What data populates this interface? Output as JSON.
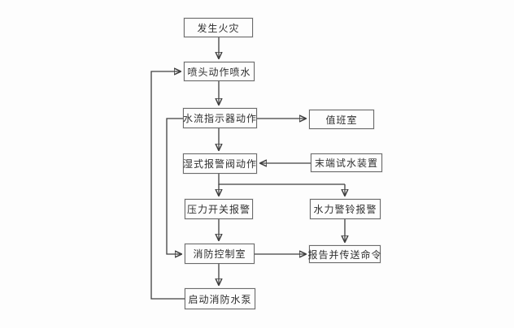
{
  "diagram": {
    "type": "flowchart",
    "subject": "wet-pipe fire sprinkler system alarm sequence",
    "background_color": "#fdfdfd",
    "line_color": "#3f3f3f",
    "box_border_color": "#6b6b6b",
    "text_color": "#2f2f2f",
    "nodes": [
      {
        "id": "fire-occurs",
        "label": "发生火灾"
      },
      {
        "id": "sprinkler-head-sprays",
        "label": "喷头动作喷水"
      },
      {
        "id": "water-flow-indicator",
        "label": "水流指示器动作"
      },
      {
        "id": "duty-room",
        "label": "值班室"
      },
      {
        "id": "wet-alarm-valve",
        "label": "湿式报警阀动作"
      },
      {
        "id": "end-test-water-device",
        "label": "末端试水装置"
      },
      {
        "id": "pressure-switch-alarm",
        "label": "压力开关报警"
      },
      {
        "id": "hydraulic-bell-alarm",
        "label": "水力警铃报警"
      },
      {
        "id": "fire-control-room",
        "label": "消防控制室"
      },
      {
        "id": "report-transmit-command",
        "label": "报告并传送命令"
      },
      {
        "id": "start-fire-pump",
        "label": "启动消防水泵"
      }
    ],
    "edges": [
      {
        "from": "fire-occurs",
        "to": "sprinkler-head-sprays"
      },
      {
        "from": "sprinkler-head-sprays",
        "to": "water-flow-indicator"
      },
      {
        "from": "water-flow-indicator",
        "to": "duty-room"
      },
      {
        "from": "water-flow-indicator",
        "to": "wet-alarm-valve"
      },
      {
        "from": "end-test-water-device",
        "to": "wet-alarm-valve"
      },
      {
        "from": "wet-alarm-valve",
        "to": "pressure-switch-alarm"
      },
      {
        "from": "wet-alarm-valve",
        "to": "hydraulic-bell-alarm"
      },
      {
        "from": "pressure-switch-alarm",
        "to": "fire-control-room"
      },
      {
        "from": "hydraulic-bell-alarm",
        "to": "report-transmit-command"
      },
      {
        "from": "fire-control-room",
        "to": "report-transmit-command"
      },
      {
        "from": "fire-control-room",
        "to": "start-fire-pump"
      },
      {
        "from": "start-fire-pump",
        "to": "sprinkler-head-sprays",
        "note": "feedback loop, outer left"
      },
      {
        "from": "water-flow-indicator",
        "to": "fire-control-room",
        "note": "feedback loop, inner left"
      }
    ]
  }
}
